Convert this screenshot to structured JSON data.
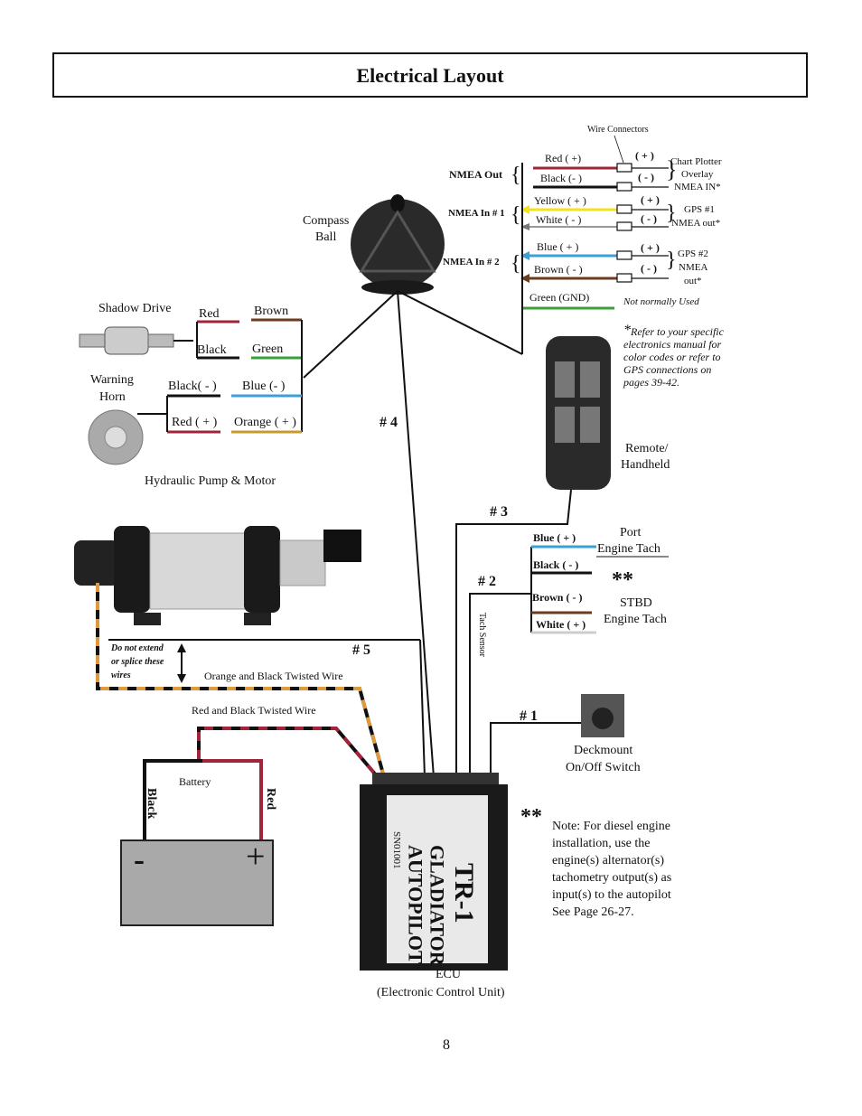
{
  "title": "Electrical Layout",
  "page_number": "8",
  "wire_connectors_label": "Wire Connectors",
  "nmea": {
    "out_label": "NMEA Out",
    "in1_label": "NMEA In # 1",
    "in2_label": "NMEA In # 2",
    "red_plus": "Red ( +)",
    "black_minus": "Black (- )",
    "yellow_plus": "Yellow ( + )",
    "white_minus": "White ( - )",
    "blue_plus": "Blue ( + )",
    "brown_minus": "Brown ( - )",
    "green_gnd": "Green (GND)",
    "plus": "( + )",
    "minus": "( - )",
    "chart_plotter": "Chart Plotter",
    "overlay": "Overlay",
    "nmea_in_star": "NMEA IN*",
    "gps1": "GPS #1",
    "gps1_out": "NMEA out*",
    "gps2": "GPS #2",
    "gps2_nmea": "NMEA",
    "gps2_out": "out*",
    "not_used": "Not normally Used",
    "refer_star": "*",
    "refer_1": "Refer to your specific",
    "refer_2": "electronics manual for",
    "refer_3": "color codes or refer to",
    "refer_4": "GPS connections on",
    "refer_5": "pages 39-42."
  },
  "compass": {
    "line1": "Compass",
    "line2": "Ball"
  },
  "shadow_drive": {
    "label": "Shadow Drive",
    "red": "Red",
    "black": "Black",
    "brown": "Brown",
    "green": "Green"
  },
  "horn": {
    "line1": "Warning",
    "line2": "Horn",
    "black_minus": "Black( - )",
    "red_plus": "Red ( + )",
    "blue_minus": "Blue (- )",
    "orange_plus": "Orange ( + )"
  },
  "pump_label": "Hydraulic Pump & Motor",
  "remote": {
    "line1": "Remote/",
    "line2": "Handheld"
  },
  "markers": {
    "m1": "# 1",
    "m2": "# 2",
    "m3": "# 3",
    "m4": "# 4",
    "m5": "# 5"
  },
  "tach": {
    "blue_plus": "Blue ( + )",
    "black_minus": "Black ( - )",
    "brown_minus": "Brown ( - )",
    "white_plus": "White ( + )",
    "port_1": "Port",
    "port_2": "Engine Tach",
    "stbd_1": "STBD",
    "stbd_2": "Engine Tach",
    "stars": "**",
    "tach_sensor": "Tach Sensor"
  },
  "pump_wires": {
    "no_extend_1": "Do not extend",
    "no_extend_2": "or splice these",
    "no_extend_3": "wires",
    "orange_black": "Orange and Black Twisted Wire",
    "red_black": "Red and Black Twisted Wire"
  },
  "battery": {
    "label": "Battery",
    "black": "Black",
    "red": "Red",
    "minus": "-",
    "plus": "+"
  },
  "deckmount": {
    "line1": "Deckmount",
    "line2": "On/Off Switch"
  },
  "ecu": {
    "label": "ECU",
    "full": "(Electronic Control Unit)",
    "face_title_1": "TR-1",
    "face_title_2": "GLADIATOR",
    "face_title_3": "AUTOPILOT",
    "serial": "SN01001"
  },
  "note": {
    "stars": "**",
    "l1": "Note: For diesel engine",
    "l2": "installation, use the",
    "l3": "engine(s) alternator(s)",
    "l4": "tachometry output(s) as",
    "l5": "input(s) to the autopilot",
    "l6": "See Page 26-27."
  }
}
